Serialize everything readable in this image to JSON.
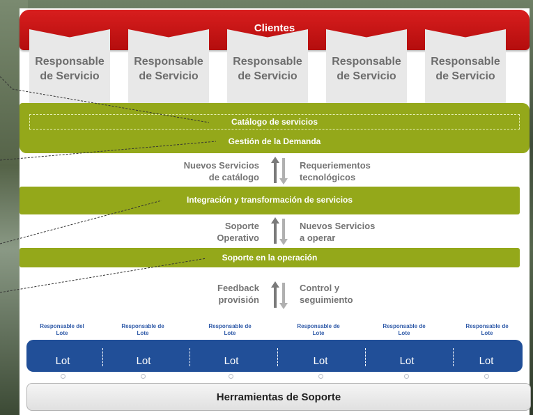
{
  "top": {
    "clientes": "Clientes"
  },
  "responsables": [
    "Responsable\nde Servicio",
    "Responsable\nde Servicio",
    "Responsable\nde Servicio",
    "Responsable\nde Servicio",
    "Responsable\nde Servicio"
  ],
  "bars": {
    "catalogo": "Catálogo de servicios",
    "demanda": "Gestión de la Demanda",
    "integracion": "Integración y transformación de servicios",
    "soporte_operacion": "Soporte en la operación"
  },
  "flows": {
    "f1_left": "Nuevos Servicios\nde catálogo",
    "f1_right": "Requeriementos\ntecnológicos",
    "f2_left": "Soporte\nOperativo",
    "f2_right": "Nuevos Servicios\na operar",
    "f3_left": "Feedback\nprovisión",
    "f3_right": "Control y\nseguimiento"
  },
  "lots": {
    "heads": [
      "Responsable del\nLote",
      "Responsable de\nLote",
      "Responsable de\nLote",
      "Responsable de\nLote",
      "Responsable de\nLote",
      "Responsable de\nLote"
    ],
    "labels": [
      "Lot",
      "Lot",
      "Lot",
      "Lot",
      "Lot",
      "Lot"
    ]
  },
  "bottom": {
    "herramientas": "Herramientas de Soporte"
  },
  "colors": {
    "red": "#c8161a",
    "green": "#94a81a",
    "blue": "#214f98"
  }
}
